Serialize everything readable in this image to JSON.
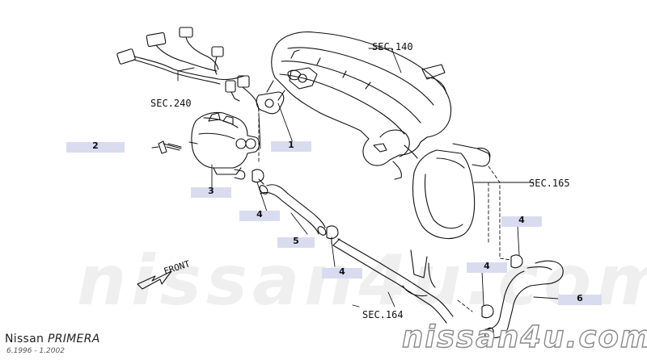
{
  "sections": {
    "sec140": "SEC.140",
    "sec240": "SEC.240",
    "sec165": "SEC.165",
    "sec164": "SEC.164"
  },
  "front_label": "FRONT",
  "callouts": {
    "c1": "1",
    "c2": "2",
    "c3": "3",
    "c4a": "4",
    "c5": "5",
    "c4b": "4",
    "c4c": "4",
    "c4d": "4",
    "c6": "6"
  },
  "footer": {
    "brand": "Nissan",
    "model": "PRIMERA",
    "dates": "6.1996 - 1.2002",
    "site": "nissan4u.com"
  },
  "watermark": "nissan4u.com",
  "colors": {
    "callout_bg": "#d9dcef",
    "line": "#111111"
  }
}
